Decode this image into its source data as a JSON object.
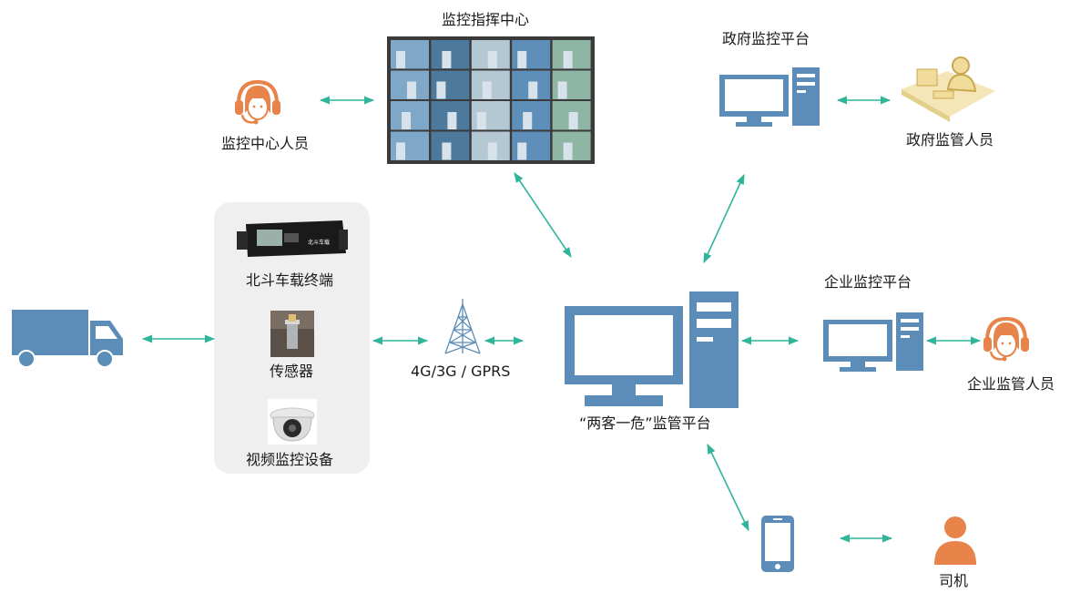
{
  "labels": {
    "monitor_center": "监控指挥中心",
    "monitor_staff": "监控中心人员",
    "gov_platform": "政府监控平台",
    "gov_staff": "政府监管人员",
    "beidou_terminal": "北斗车载终端",
    "sensor": "传感器",
    "video_device": "视频监控设备",
    "network": "4G/3G / GPRS",
    "main_platform": "“两客一危”监管平台",
    "ent_platform": "企业监控平台",
    "ent_staff": "企业监管人员",
    "driver": "司机",
    "terminal_screen": "北斗车载"
  },
  "colors": {
    "primary_blue": "#5b8db8",
    "arrow_green": "#2eb59a",
    "person_orange": "#e8834a",
    "panel_gray": "#efeff0"
  },
  "icons": [
    "truck-icon",
    "headset-person-icon",
    "video-wall-image",
    "computer-icon",
    "gov-staff-illustration",
    "cell-tower-icon",
    "smartphone-icon",
    "person-icon",
    "terminal-device-image",
    "sensor-image",
    "dome-camera-image"
  ]
}
